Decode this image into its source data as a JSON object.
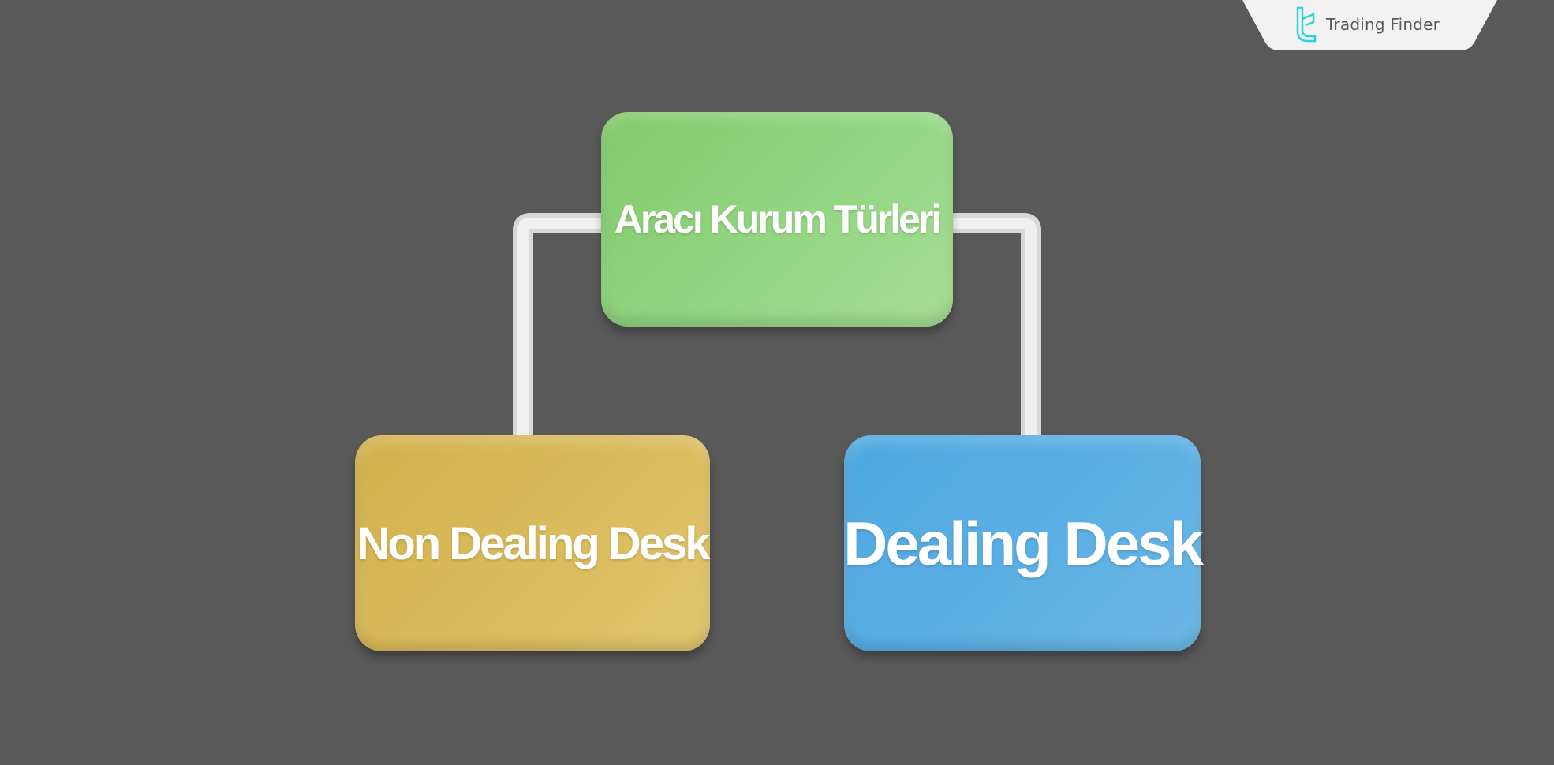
{
  "brand": {
    "name": "Trading Finder",
    "accent": "#29d3e0"
  },
  "diagram": {
    "root": {
      "label": "Aracı Kurum Türleri",
      "color": "#8fd27a"
    },
    "children": [
      {
        "label": "Non Dealing Desk",
        "color": "#d6b755"
      },
      {
        "label": "Dealing Desk",
        "color": "#5aaee2"
      }
    ],
    "connector_color": "#e2e2e2"
  }
}
